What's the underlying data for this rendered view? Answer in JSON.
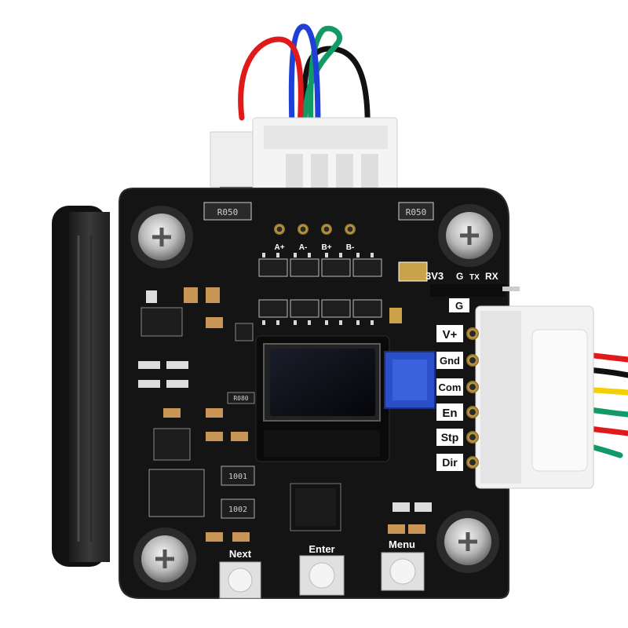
{
  "board": {
    "resistor_labels": [
      "R050",
      "R050"
    ],
    "motor_pins": [
      "A+",
      "A-",
      "B+",
      "B-"
    ],
    "serial_header": {
      "v": "3V3",
      "g": "G",
      "tx": "TX",
      "rx": "RX"
    },
    "ground_label": "G",
    "io_pins": [
      "V+",
      "Gnd",
      "Com",
      "En",
      "Stp",
      "Dir"
    ],
    "chip_markings": [
      "1001",
      "1002",
      "R080"
    ],
    "buttons": [
      "Next",
      "Enter",
      "Menu"
    ]
  },
  "colors": {
    "pcb": "#141414",
    "wire_red": "#e01a1a",
    "wire_blue": "#1f3fd6",
    "wire_green": "#119966",
    "wire_black": "#111111",
    "wire_yellow": "#f4d000",
    "pot_blue": "#2b4fc8",
    "connector": "#f2f2f2",
    "gold": "#c9a24a"
  },
  "icons": {
    "screw": "phillips-screw-icon",
    "oled": "oled-display",
    "mcu": "qfn-chip"
  }
}
